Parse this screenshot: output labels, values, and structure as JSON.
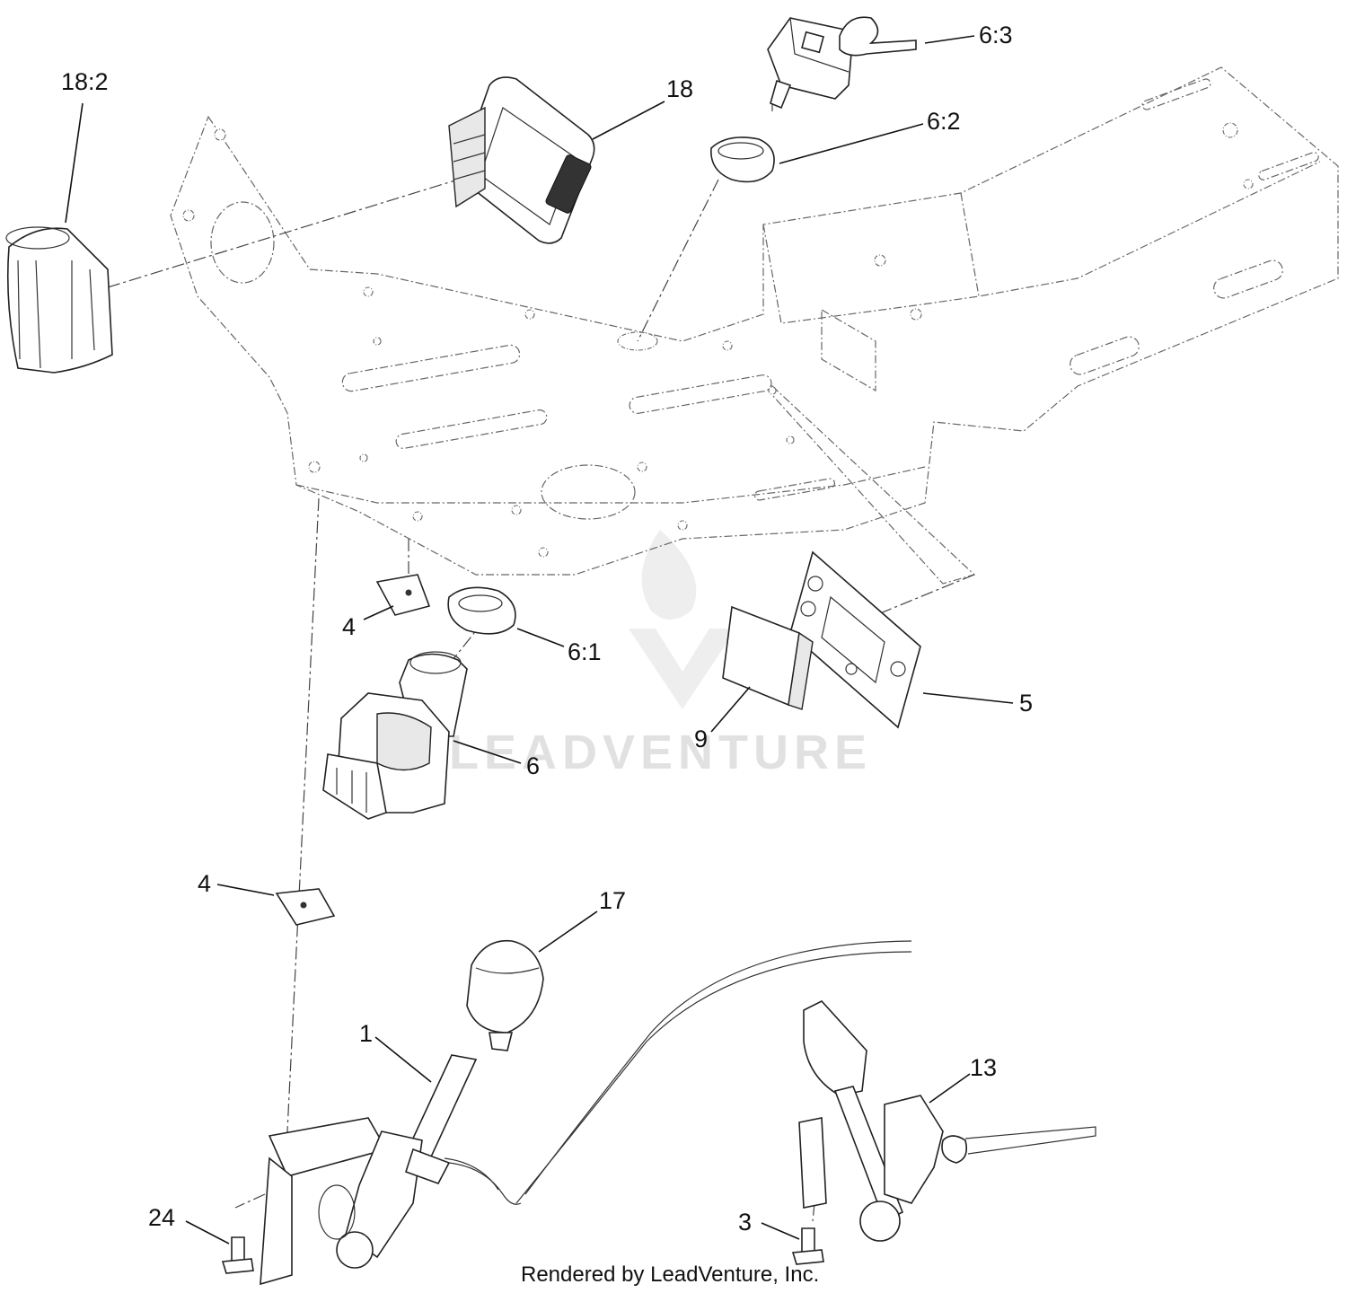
{
  "callouts": {
    "c18_2": "18:2",
    "c18": "18",
    "c6_3": "6:3",
    "c6_2": "6:2",
    "c4a": "4",
    "c6_1": "6:1",
    "c5": "5",
    "c9": "9",
    "c6": "6",
    "c4b": "4",
    "c17": "17",
    "c1": "1",
    "c13": "13",
    "c24": "24",
    "c3": "3"
  },
  "footer": "Rendered by LeadVenture, Inc.",
  "watermark": "LEADVENTURE"
}
